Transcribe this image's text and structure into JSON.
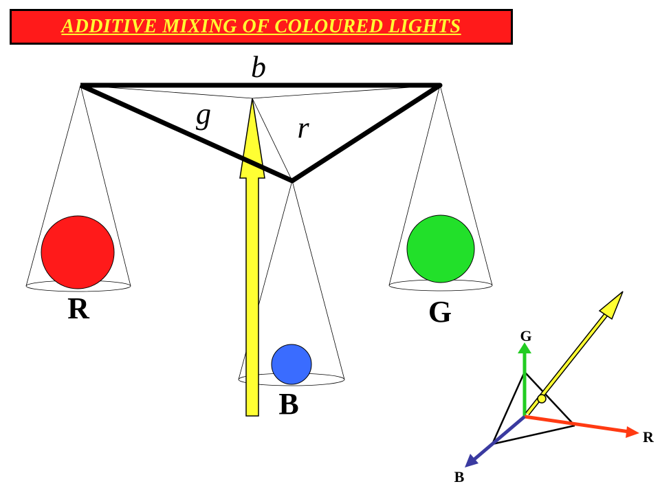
{
  "title": "ADDITIVE MIXING OF COLOURED LIGHTS",
  "colors": {
    "title_bg": "#ff1a1a",
    "title_text": "#ffff33",
    "red_light": "#ff1a1a",
    "green_light": "#22e02a",
    "blue_light": "#3a6cff",
    "yellow_arrow": "#ffff33",
    "axis_red": "#ff3a12",
    "axis_green": "#22cc22",
    "axis_blue": "#3a3aa0"
  },
  "lights": [
    {
      "label": "R",
      "color_name": "red"
    },
    {
      "label": "G",
      "color_name": "green"
    },
    {
      "label": "B",
      "color_name": "blue"
    }
  ],
  "balance_labels": {
    "b": "b",
    "g": "g",
    "r": "r"
  },
  "axes": {
    "R": "R",
    "G": "G",
    "B": "B"
  }
}
